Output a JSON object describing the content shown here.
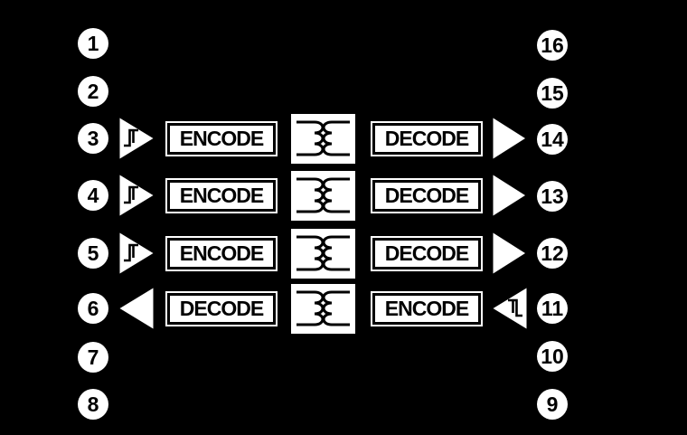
{
  "colors": {
    "background": "#000000",
    "shape_fill": "#ffffff",
    "ink": "#000000"
  },
  "pins": {
    "left": [
      {
        "label": "1"
      },
      {
        "label": "2"
      },
      {
        "label": "3"
      },
      {
        "label": "4"
      },
      {
        "label": "5"
      },
      {
        "label": "6"
      },
      {
        "label": "7"
      },
      {
        "label": "8"
      }
    ],
    "right": [
      {
        "label": "16"
      },
      {
        "label": "15"
      },
      {
        "label": "14"
      },
      {
        "label": "13"
      },
      {
        "label": "12"
      },
      {
        "label": "11"
      },
      {
        "label": "10"
      },
      {
        "label": "9"
      }
    ]
  },
  "channels": [
    {
      "direction": "left-to-right",
      "input_pin": "3",
      "output_pin": "14",
      "left_block": "ENCODE",
      "right_block": "DECODE"
    },
    {
      "direction": "left-to-right",
      "input_pin": "4",
      "output_pin": "13",
      "left_block": "ENCODE",
      "right_block": "DECODE"
    },
    {
      "direction": "left-to-right",
      "input_pin": "5",
      "output_pin": "12",
      "left_block": "ENCODE",
      "right_block": "DECODE"
    },
    {
      "direction": "right-to-left",
      "input_pin": "11",
      "output_pin": "6",
      "left_block": "DECODE",
      "right_block": "ENCODE"
    }
  ],
  "icons": {
    "schmitt_input": "schmitt-trigger-triangle-icon",
    "output_buffer": "buffer-triangle-icon",
    "isolation": "transformer-coils-icon"
  }
}
